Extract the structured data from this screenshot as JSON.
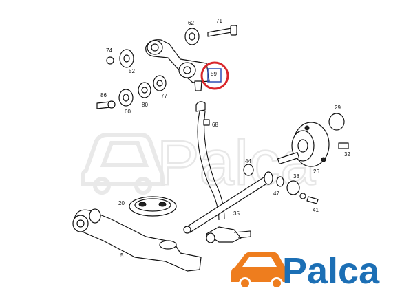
{
  "watermark": {
    "text": "Palca"
  },
  "logo": {
    "text": "Palca",
    "brand_blue": "#1c6fb5",
    "brand_orange": "#ee7d1e"
  },
  "highlight": {
    "label": "59",
    "ring_color": "#d9262b",
    "box_color": "#2f4db4"
  },
  "part_labels": [
    {
      "id": "71",
      "text": "71"
    },
    {
      "id": "62",
      "text": "62"
    },
    {
      "id": "74",
      "text": "74"
    },
    {
      "id": "52",
      "text": "52"
    },
    {
      "id": "86",
      "text": "86"
    },
    {
      "id": "60",
      "text": "60"
    },
    {
      "id": "80",
      "text": "80"
    },
    {
      "id": "77",
      "text": "77"
    },
    {
      "id": "68",
      "text": "68"
    },
    {
      "id": "29",
      "text": "29"
    },
    {
      "id": "32",
      "text": "32"
    },
    {
      "id": "26",
      "text": "26"
    },
    {
      "id": "44",
      "text": "44"
    },
    {
      "id": "38",
      "text": "38"
    },
    {
      "id": "47",
      "text": "47"
    },
    {
      "id": "41",
      "text": "41"
    },
    {
      "id": "20",
      "text": "20"
    },
    {
      "id": "35",
      "text": "35"
    },
    {
      "id": "5",
      "text": "5"
    }
  ]
}
